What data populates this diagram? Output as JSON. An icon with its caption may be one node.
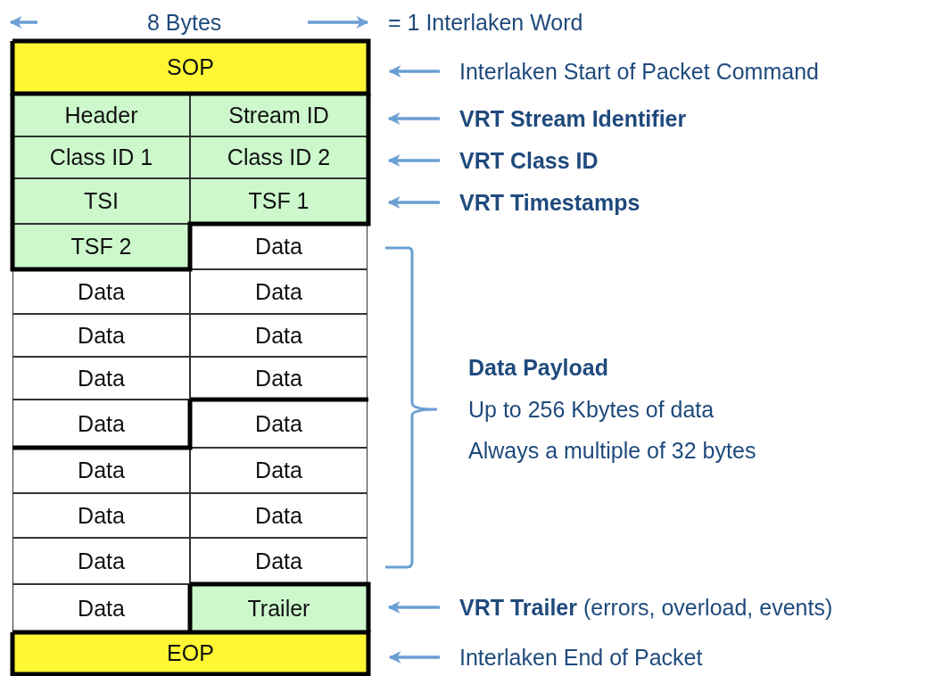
{
  "diagram": {
    "nodes": [
      {
        "text": [
          "SOP"
        ]
      },
      {
        "text": [
          "Header"
        ]
      },
      {
        "text": [
          "Stream ID"
        ]
      },
      {
        "text": [
          "Class ID 1"
        ]
      },
      {
        "text": [
          "Class ID 2"
        ]
      },
      {
        "text": [
          "TSI"
        ]
      },
      {
        "text": [
          "TSF 1"
        ]
      },
      {
        "text": [
          "TSF 2"
        ]
      },
      {
        "text": [
          "Data"
        ]
      },
      {
        "text": [
          "Data"
        ]
      },
      {
        "text": [
          "Data"
        ]
      },
      {
        "text": [
          "Data"
        ]
      },
      {
        "text": [
          "Data"
        ]
      },
      {
        "text": [
          "Data"
        ]
      },
      {
        "text": [
          "Data"
        ]
      },
      {
        "text": [
          "Data"
        ]
      },
      {
        "text": [
          "Data"
        ]
      },
      {
        "text": [
          "Data"
        ]
      },
      {
        "text": [
          "Data"
        ]
      },
      {
        "text": [
          "Data"
        ]
      },
      {
        "text": [
          "Data"
        ]
      },
      {
        "text": [
          "Data"
        ]
      },
      {
        "text": [
          "Data"
        ]
      },
      {
        "text": [
          "Data"
        ]
      },
      {
        "text": [
          "Trailer"
        ]
      },
      {
        "text": [
          "EOP"
        ]
      },
      {
        "text": [
          "Interlaken Start of Packet Command"
        ]
      },
      {
        "text": [
          "VRT Stream Identifier"
        ]
      },
      {
        "text": [
          "VRT Class ID"
        ]
      },
      {
        "text": [
          "VRT Timestamps"
        ]
      },
      {
        "text": [
          "**VRT Trailer**  (errors, overload, events)"
        ]
      },
      {
        "text": [
          "Interlaken End of Packet"
        ]
      }
    ],
    "edges": [
      {
        "from": 26,
        "to": 0,
        "arrow": "to"
      },
      {
        "from": 27,
        "to": 2,
        "arrow": "to"
      },
      {
        "from": 28,
        "to": 4,
        "arrow": "to"
      },
      {
        "from": 29,
        "to": 6,
        "arrow": "to"
      },
      {
        "from": 30,
        "to": 24,
        "arrow": "to"
      },
      {
        "from": 31,
        "to": 25,
        "arrow": "to"
      }
    ],
    "labels": [
      "8 Bytes",
      "= 1 Interlaken Word",
      "Data Payload",
      "Up to 256 Kbytes of data",
      "Always a multiple of 32 bytes"
    ]
  }
}
